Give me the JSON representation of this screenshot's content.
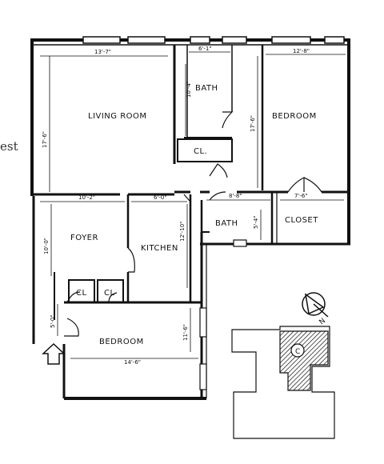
{
  "edge_text": "est",
  "rooms": {
    "living_room": "LIVING ROOM",
    "bath_1": "BATH",
    "bath_2": "BATH",
    "bedroom_1": "BEDROOM",
    "bedroom_2": "BEDROOM",
    "closet_1": "CL.",
    "closet_big": "CLOSET",
    "cl_a": "CL",
    "cl_b": "CL",
    "foyer": "FOYER",
    "kitchen": "KITCHEN"
  },
  "dimensions": {
    "living_width": "13'-7\"",
    "living_depth": "17'-6\"",
    "bath1_width": "6'-1\"",
    "bath1_depth": "10'-4\"",
    "bedroom1_width": "12'-8\"",
    "bedroom1_depth": "17'-6\"",
    "foyer_width": "10'-2\"",
    "foyer_depth": "10'-0\"",
    "kitchen_width": "6'-0\"",
    "kitchen_depth": "12'-10\"",
    "bath2_width": "8'-8\"",
    "bath2_depth": "5'-4\"",
    "closet_width": "7'-6\"",
    "bedroom2_width": "14'-6\"",
    "bedroom2_depth": "11'-6\"",
    "entry_depth": "5'-0\""
  },
  "key_plan": {
    "compass": "N",
    "unit_marker": "C"
  }
}
